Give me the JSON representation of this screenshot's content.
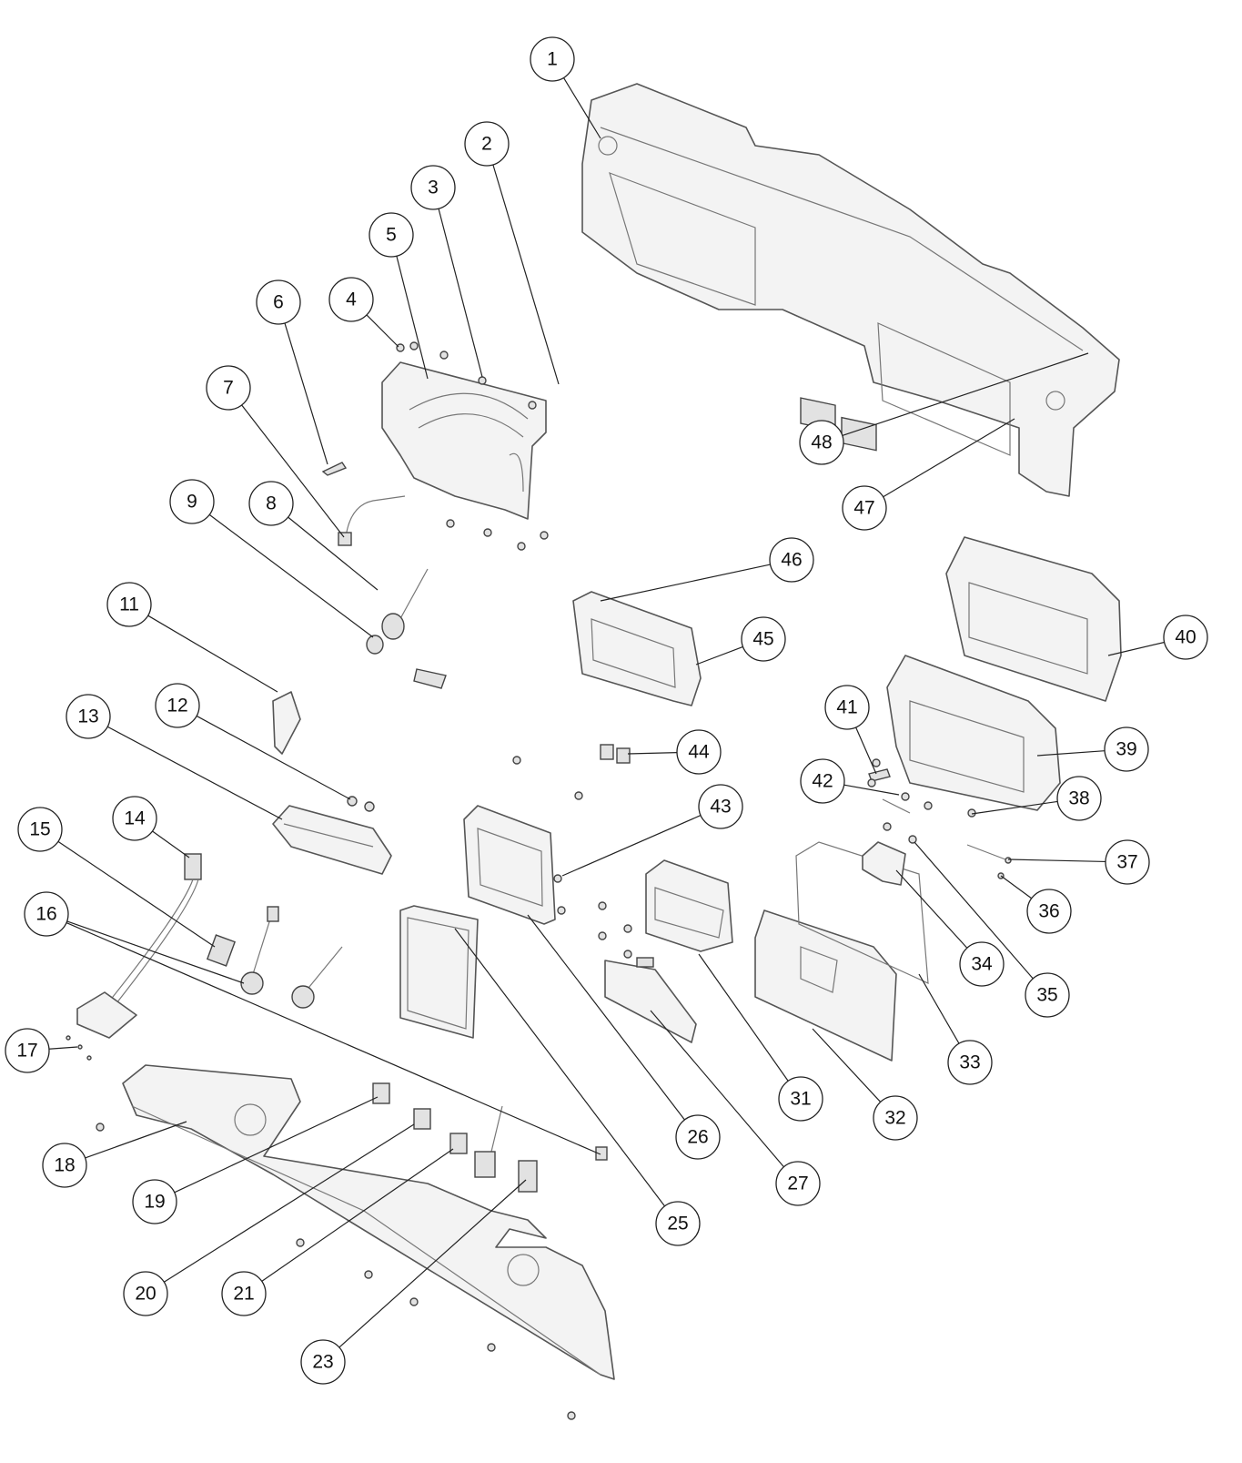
{
  "diagram": {
    "type": "exploded-parts-view",
    "callouts": [
      "1",
      "2",
      "3",
      "4",
      "5",
      "6",
      "7",
      "8",
      "9",
      "11",
      "12",
      "13",
      "14",
      "15",
      "16",
      "17",
      "18",
      "19",
      "20",
      "21",
      "23",
      "25",
      "26",
      "27",
      "31",
      "32",
      "33",
      "34",
      "35",
      "36",
      "37",
      "38",
      "39",
      "40",
      "41",
      "42",
      "43",
      "44",
      "45",
      "46",
      "47",
      "48"
    ]
  },
  "colors": {
    "line": "#222222",
    "part_fill": "#f3f3f3",
    "part_stroke": "#555555"
  }
}
